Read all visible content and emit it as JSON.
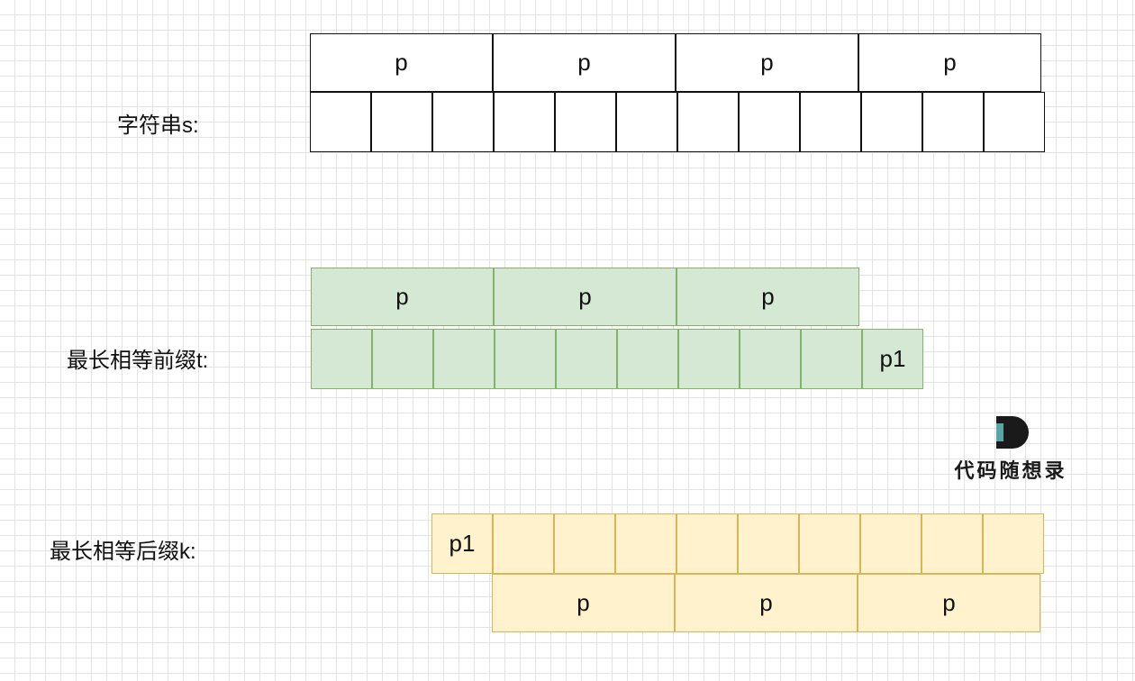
{
  "labels": {
    "s": "字符串s:",
    "t": "最长相等前缀t:",
    "k": "最长相等后缀k:"
  },
  "string_s": {
    "top_blocks": [
      "p",
      "p",
      "p",
      "p"
    ],
    "bottom_cells": [
      "",
      "",
      "",
      "",
      "",
      "",
      "",
      "",
      "",
      "",
      "",
      ""
    ]
  },
  "prefix_t": {
    "top_blocks": [
      "p",
      "p",
      "p"
    ],
    "bottom_cells": [
      "",
      "",
      "",
      "",
      "",
      "",
      "",
      "",
      ""
    ],
    "extra_cell": "p1"
  },
  "suffix_k": {
    "extra_cell": "p1",
    "top_cells": [
      "",
      "",
      "",
      "",
      "",
      "",
      "",
      "",
      ""
    ],
    "bottom_blocks": [
      "p",
      "p",
      "p"
    ]
  },
  "logo": {
    "icon": "D-logo-icon",
    "text": "代码随想录"
  },
  "colors": {
    "s_fill": "#ffffff",
    "s_stroke": "#111111",
    "t_fill": "#d5e8d4",
    "t_stroke": "#82b366",
    "k_fill": "#fff2cc",
    "k_stroke": "#d6b656"
  }
}
